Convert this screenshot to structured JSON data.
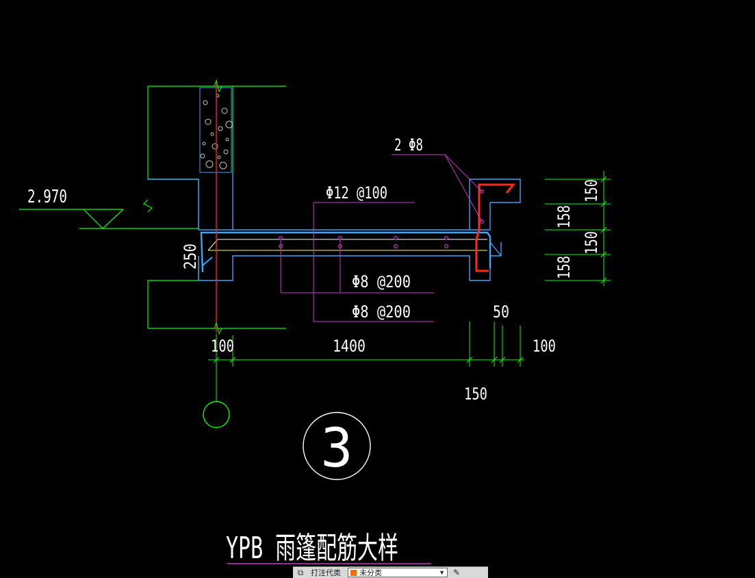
{
  "drawing": {
    "elevation": "2.970",
    "labels": {
      "top_bar": "2 Φ8",
      "main_bar": "Φ12 @100",
      "dist_bar_1": "Φ8 @200",
      "dist_bar_2": "Φ8 @200"
    },
    "dimensions": {
      "slab_thickness": "250",
      "wall_offset": "100",
      "span": "1400",
      "upturn_gap": "50",
      "upturn_right": "100",
      "upturn_width": "150",
      "right_1": "150",
      "right_2": "158",
      "right_3": "150",
      "right_4": "158"
    },
    "axis_bubble": "",
    "detail_number": "3",
    "title": "YPB  雨篷配筋大样"
  },
  "statusbar": {
    "tool_icon": "layers-icon",
    "label": "打注代类",
    "layer_value": "未分类",
    "layer_color": "#ff6a00",
    "pen_icon": "pen-icon"
  },
  "colors": {
    "background": "#000000",
    "outline": "#00ff00",
    "concrete": "#3aa6ff",
    "leader": "#c837c8",
    "axis": "#ff2020",
    "highlight_red": "#ff2a1a",
    "text": "#ffffff"
  }
}
